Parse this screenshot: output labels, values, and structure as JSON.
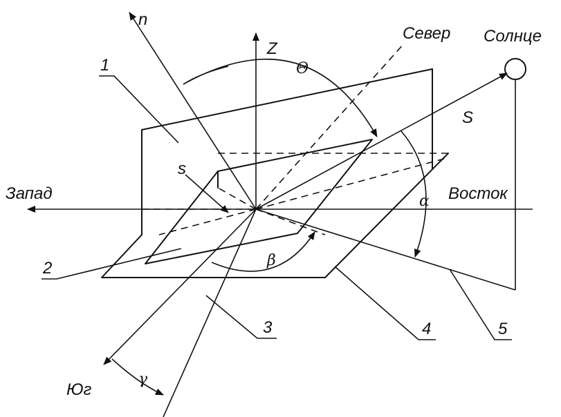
{
  "labels": {
    "n": "n",
    "z": "Z",
    "north": "Север",
    "sun": "Солнце",
    "s_big": "S",
    "s_small": "s",
    "west": "Запад",
    "east": "Восток",
    "south": "Юг",
    "theta": "Θ",
    "alpha": "α",
    "beta": "β",
    "gamma": "γ"
  },
  "callouts": [
    "1",
    "2",
    "3",
    "4",
    "5"
  ]
}
